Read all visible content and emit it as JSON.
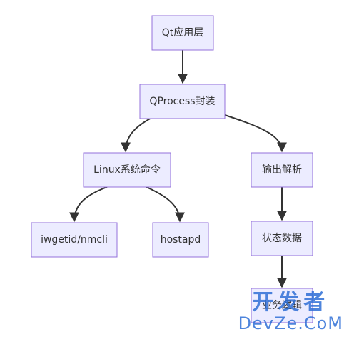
{
  "diagram": {
    "nodes": [
      {
        "id": "qt",
        "label": "Qt应用层"
      },
      {
        "id": "qprocess",
        "label": "QProcess封装"
      },
      {
        "id": "linux",
        "label": "Linux系统命令"
      },
      {
        "id": "parse",
        "label": "输出解析"
      },
      {
        "id": "iwgetid",
        "label": "iwgetid/nmcli"
      },
      {
        "id": "hostapd",
        "label": "hostapd"
      },
      {
        "id": "status",
        "label": "状态数据"
      },
      {
        "id": "logic",
        "label": "业务逻辑"
      }
    ],
    "edges": [
      {
        "from": "qt",
        "to": "qprocess"
      },
      {
        "from": "qprocess",
        "to": "linux"
      },
      {
        "from": "qprocess",
        "to": "parse"
      },
      {
        "from": "linux",
        "to": "iwgetid"
      },
      {
        "from": "linux",
        "to": "hostapd"
      },
      {
        "from": "parse",
        "to": "status"
      },
      {
        "from": "status",
        "to": "logic"
      }
    ]
  },
  "watermark": {
    "top": "开发者",
    "bottom": "DevZe.CoM"
  }
}
